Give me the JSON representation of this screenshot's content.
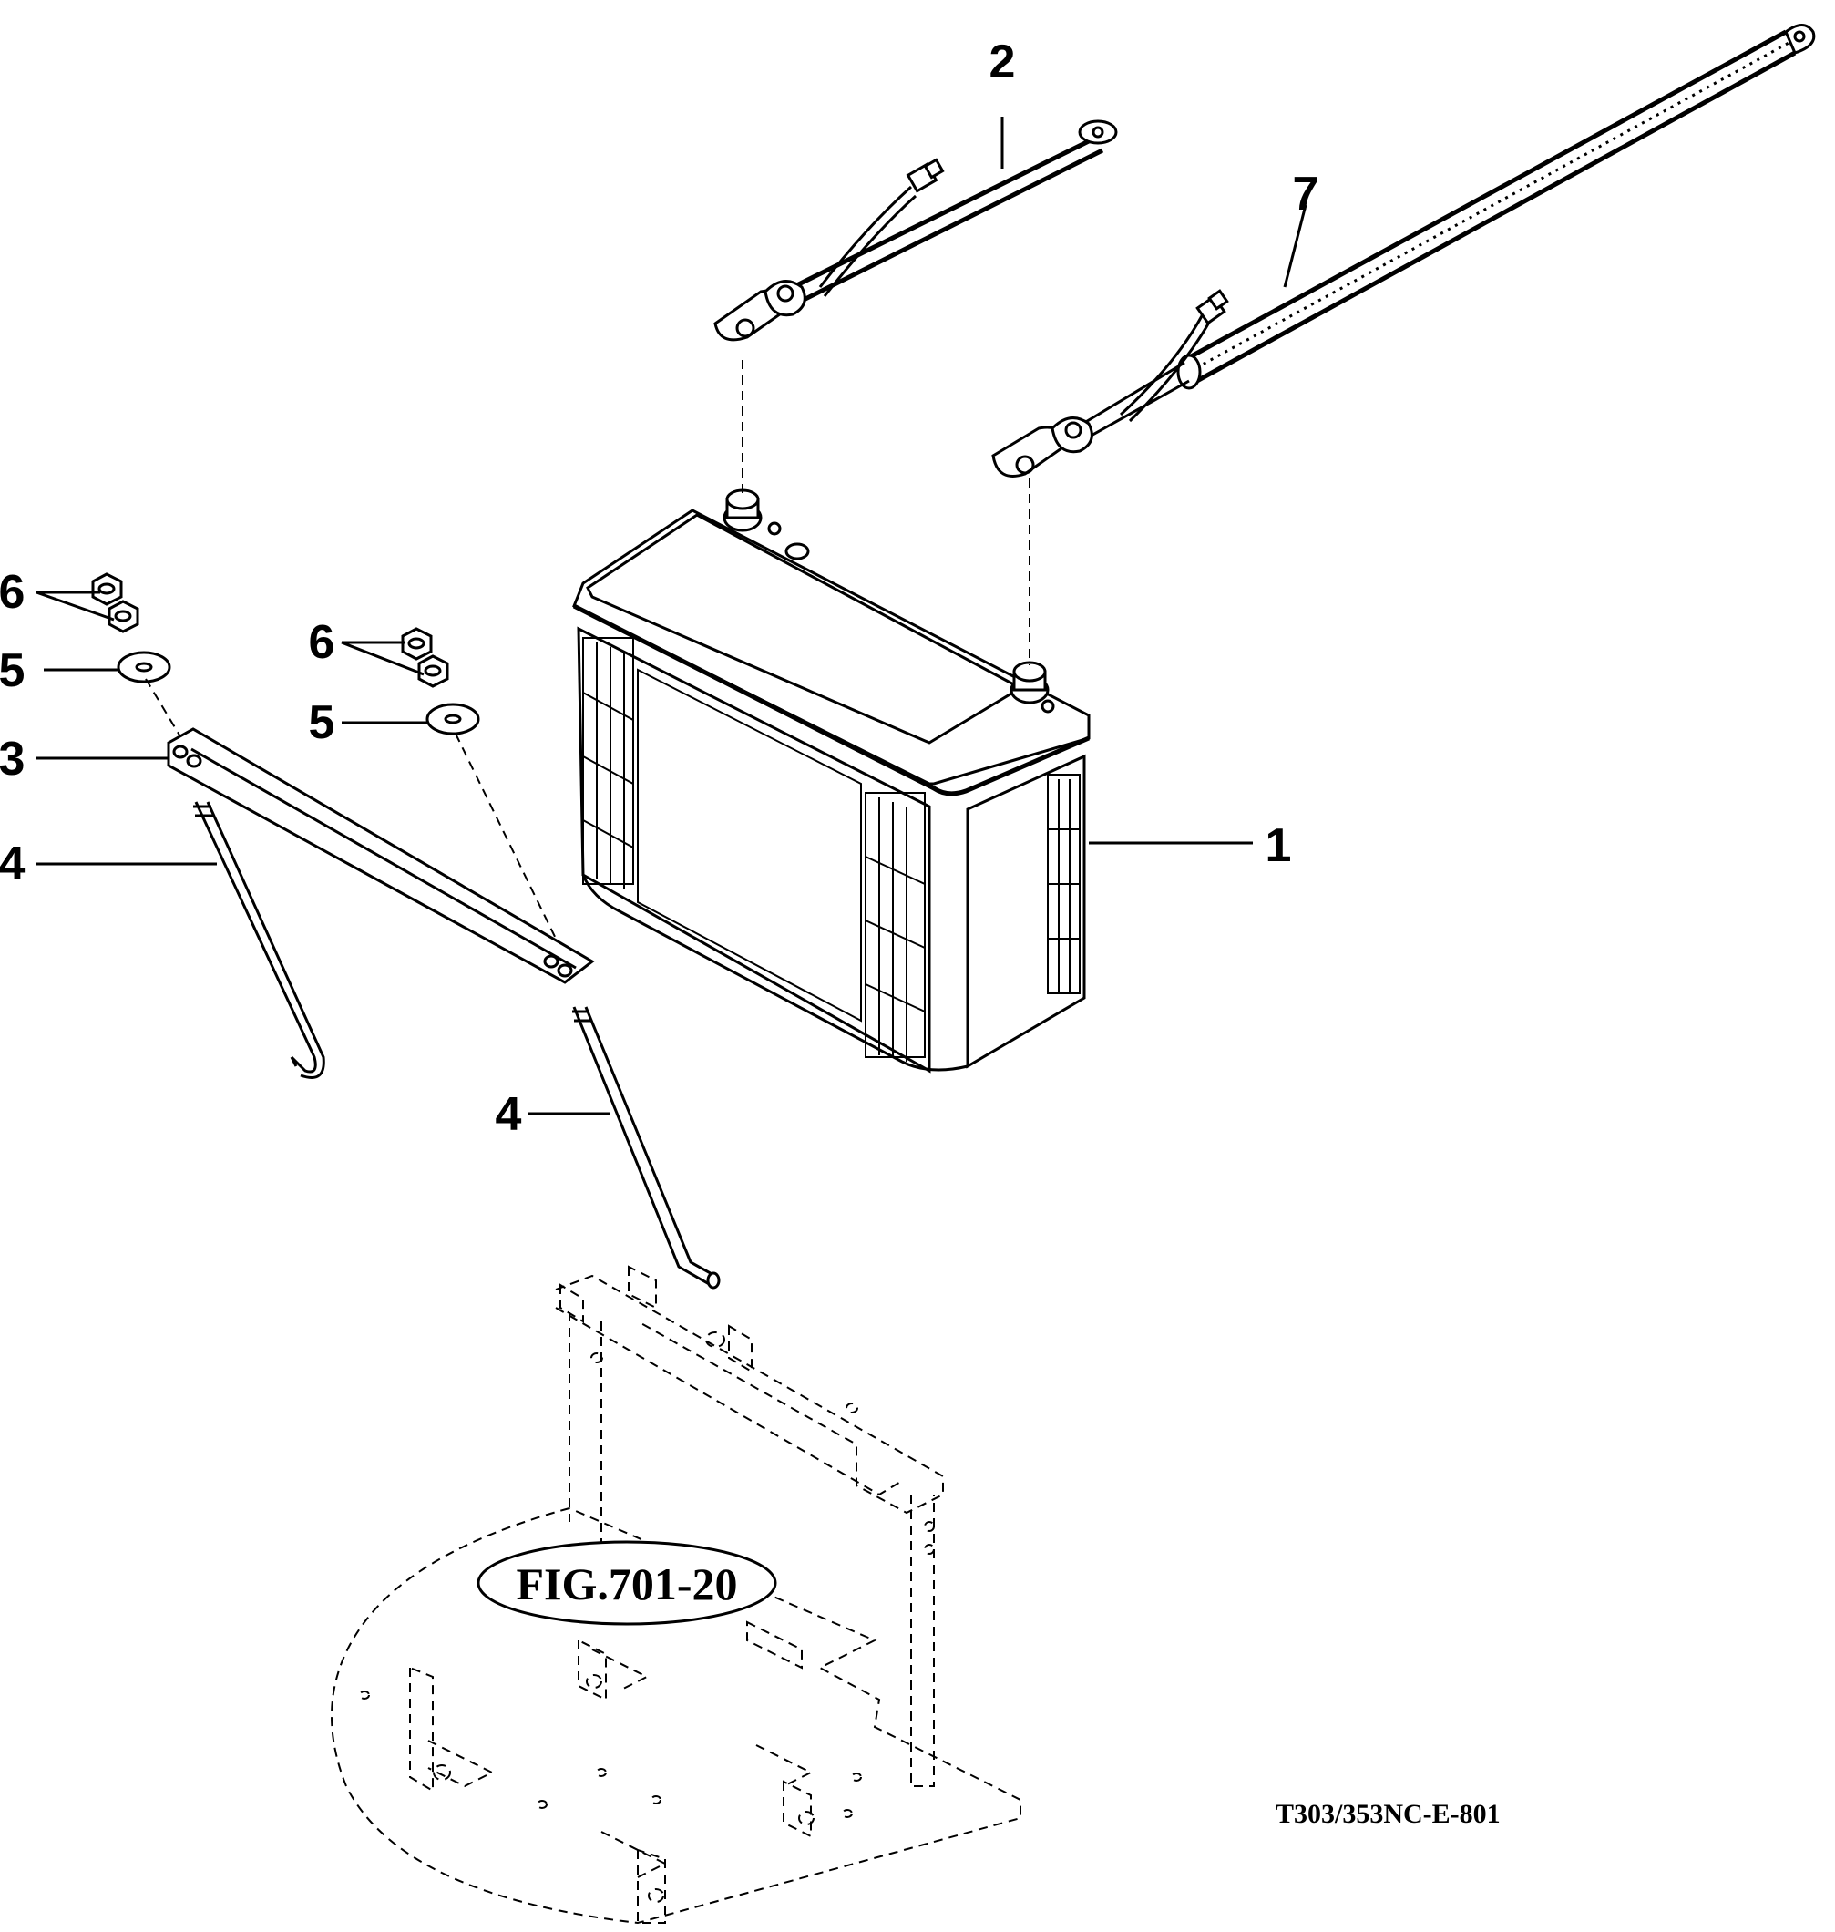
{
  "callouts": {
    "c1": "1",
    "c2": "2",
    "c3": "3",
    "c4a": "4",
    "c4b": "4",
    "c5a": "5",
    "c5b": "5",
    "c6a": "6",
    "c6b": "6",
    "c7": "7"
  },
  "figure_reference": "FIG.701-20",
  "drawing_number": "T303/353NC-E-801"
}
